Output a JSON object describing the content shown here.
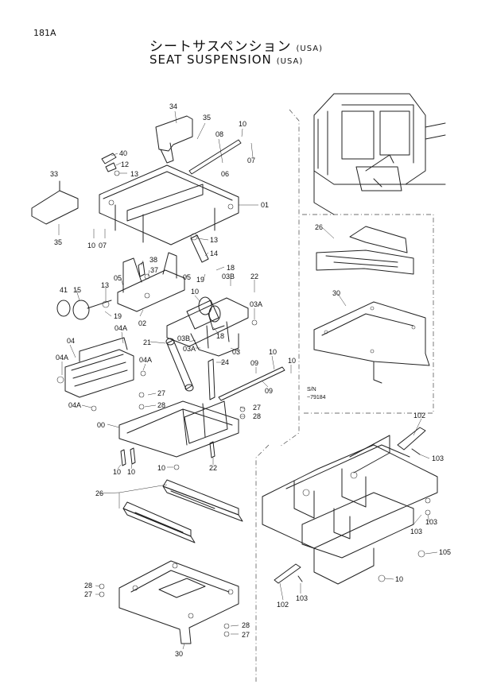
{
  "header": {
    "page_number": "181A",
    "title_jp": "シートサスペンション",
    "title_en": "SEAT SUSPENSION",
    "market": "(USA)"
  },
  "serial_note": {
    "line1": "S/N",
    "line2": "~79184"
  },
  "labels": {
    "l34": "34",
    "l35a": "35",
    "l08": "08",
    "l10a": "10",
    "l07a": "07",
    "l06": "06",
    "l40": "40",
    "l12": "12",
    "l13a": "13",
    "l33": "33",
    "l01": "01",
    "l35b": "35",
    "l10b": "10",
    "l07b": "07",
    "l13b": "13",
    "l14": "14",
    "l38": "38",
    "l37": "37",
    "l18a": "18",
    "l05a": "05",
    "l05b": "05",
    "l19a": "19",
    "l03Ba": "03B",
    "l22a": "22",
    "l41": "41",
    "l15": "15",
    "l13c": "13",
    "l19b": "19",
    "l02": "02",
    "l10c": "10",
    "l03Aa": "03A",
    "l04Aa": "04A",
    "l18b": "18",
    "l04": "04",
    "l21": "21",
    "l03Bb": "03B",
    "l03Ab": "03A",
    "l03": "03",
    "l04Ab": "04A",
    "l04Ac": "04A",
    "l10d": "10",
    "l09a": "09",
    "l24": "24",
    "l10e": "10",
    "l09b": "09",
    "l27a": "27",
    "l28a": "28",
    "l04Ad": "04A",
    "l27b": "27",
    "l28b": "28",
    "l00": "00",
    "l10f": "10",
    "l10g": "10",
    "l10h": "10",
    "l22b": "22",
    "l26a": "26",
    "l26b": "26",
    "l30a": "30",
    "l28c": "28",
    "l27c": "27",
    "l28d": "28",
    "l27d": "27",
    "l30b": "30",
    "l102a": "102",
    "l103a": "103",
    "l103b": "103",
    "l103c": "103",
    "l105": "105",
    "l10i": "10",
    "l103d": "103",
    "l102b": "102"
  }
}
